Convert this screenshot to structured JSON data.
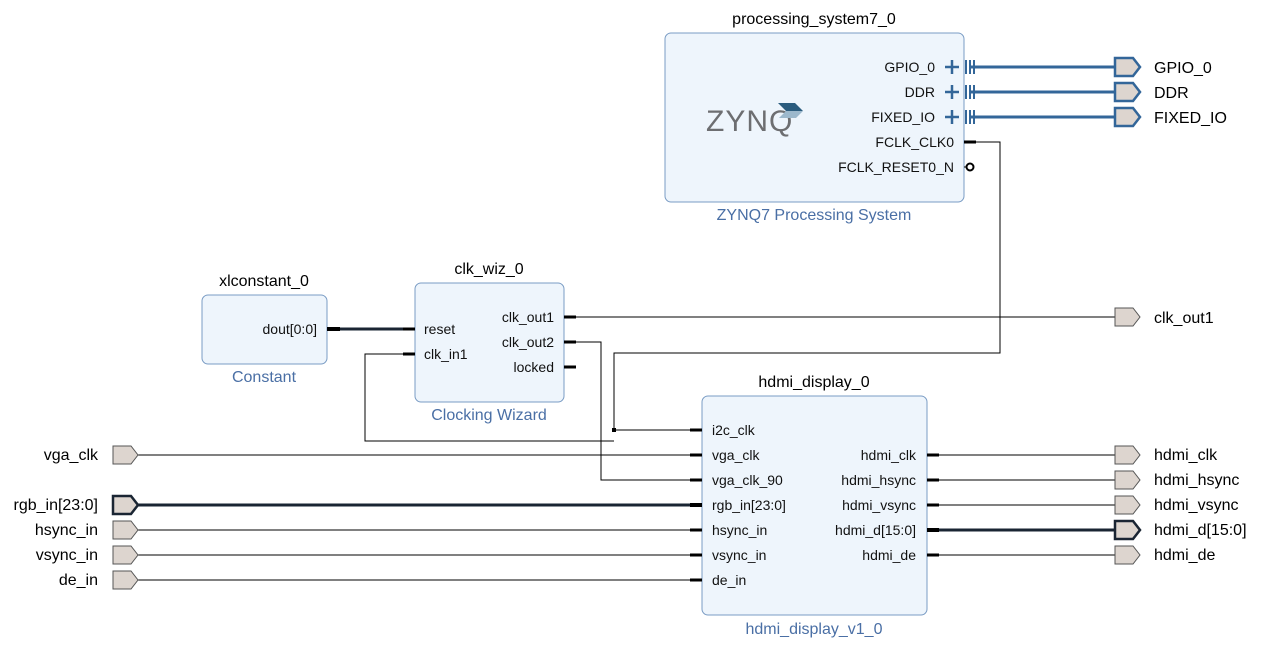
{
  "processing_system": {
    "instance": "processing_system7_0",
    "type": "ZYNQ7 Processing System",
    "logo": "ZYNQ",
    "pins": [
      "GPIO_0",
      "DDR",
      "FIXED_IO",
      "FCLK_CLK0",
      "FCLK_RESET0_N"
    ]
  },
  "xlconstant": {
    "instance": "xlconstant_0",
    "type": "Constant",
    "pins": [
      "dout[0:0]"
    ]
  },
  "clk_wiz": {
    "instance": "clk_wiz_0",
    "type": "Clocking Wizard",
    "in_pins": [
      "reset",
      "clk_in1"
    ],
    "out_pins": [
      "clk_out1",
      "clk_out2",
      "locked"
    ]
  },
  "hdmi_display": {
    "instance": "hdmi_display_0",
    "type": "hdmi_display_v1_0",
    "in_pins": [
      "i2c_clk",
      "vga_clk",
      "vga_clk_90",
      "rgb_in[23:0]",
      "hsync_in",
      "vsync_in",
      "de_in"
    ],
    "out_pins": [
      "hdmi_clk",
      "hdmi_hsync",
      "hdmi_vsync",
      "hdmi_d[15:0]",
      "hdmi_de"
    ]
  },
  "input_ports": [
    "vga_clk",
    "rgb_in[23:0]",
    "hsync_in",
    "vsync_in",
    "de_in"
  ],
  "output_ports": [
    "GPIO_0",
    "DDR",
    "FIXED_IO",
    "clk_out1",
    "hdmi_clk",
    "hdmi_hsync",
    "hdmi_vsync",
    "hdmi_d[15:0]",
    "hdmi_de"
  ],
  "colors": {
    "block_fill": "#eef5fc",
    "block_border": "#7a9cc4",
    "type_label": "#4a6fa5",
    "interface_wire": "#336699",
    "port_fill": "#ddd5cf"
  }
}
